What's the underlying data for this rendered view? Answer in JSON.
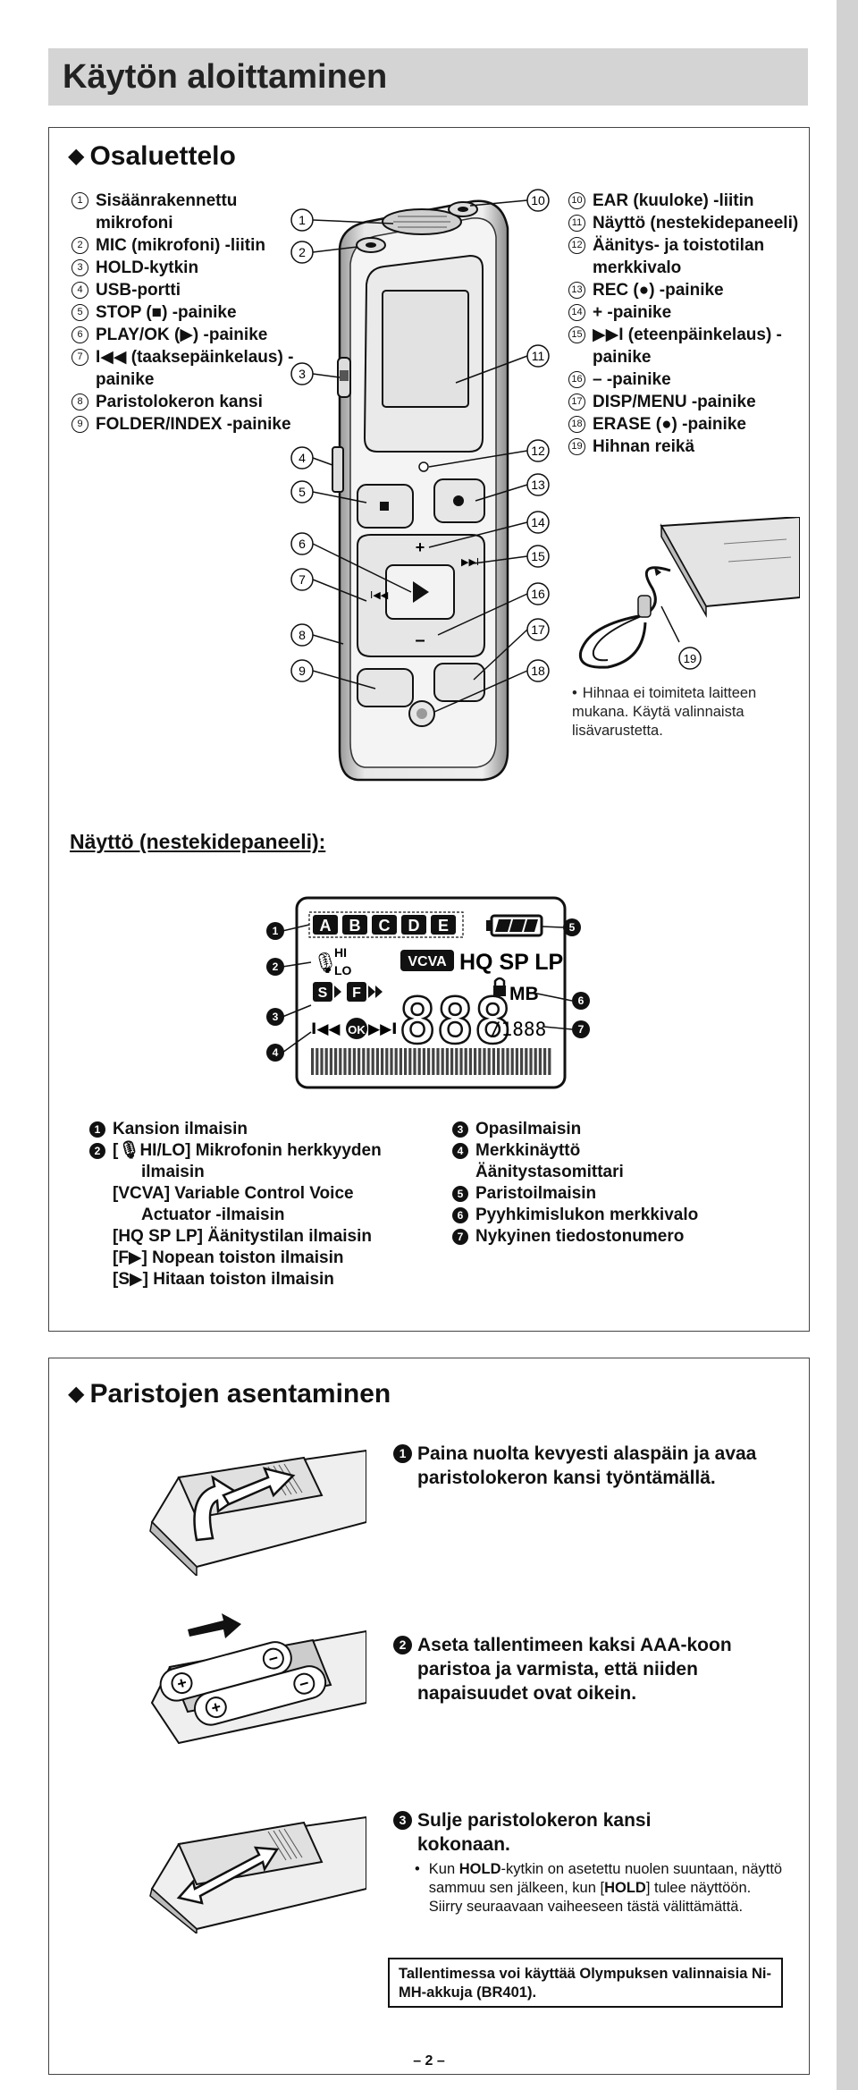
{
  "page_title": "Käytön aloittaminen",
  "parts_section": {
    "heading": "Osaluettelo",
    "left_items": [
      {
        "num": "1",
        "text": "Sisäänrakennettu mikrofoni"
      },
      {
        "num": "2",
        "text": "MIC (mikrofoni) -liitin"
      },
      {
        "num": "3",
        "text": "HOLD-kytkin"
      },
      {
        "num": "4",
        "text": "USB-portti"
      },
      {
        "num": "5",
        "text": "STOP (■) -painike"
      },
      {
        "num": "6",
        "text": "PLAY/OK (▶) -painike"
      },
      {
        "num": "7",
        "text": "I◀◀ (taaksepäinkelaus) -painike"
      },
      {
        "num": "8",
        "text": "Paristolokeron kansi"
      },
      {
        "num": "9",
        "text": "FOLDER/INDEX -painike"
      }
    ],
    "right_items": [
      {
        "num": "10",
        "text": "EAR (kuuloke) -liitin"
      },
      {
        "num": "11",
        "text": "Näyttö (nestekidepaneeli)"
      },
      {
        "num": "12",
        "text": "Äänitys- ja toistotilan merkkivalo"
      },
      {
        "num": "13",
        "text": "REC (●) -painike"
      },
      {
        "num": "14",
        "text": "+ -painike"
      },
      {
        "num": "15",
        "text": "▶▶I (eteenpäinkelaus) -painike"
      },
      {
        "num": "16",
        "text": "– -painike"
      },
      {
        "num": "17",
        "text": "DISP/MENU -painike"
      },
      {
        "num": "18",
        "text": "ERASE (●) -painike"
      },
      {
        "num": "19",
        "text": "Hihnan reikä"
      }
    ],
    "device_callouts": [
      "1",
      "2",
      "3",
      "4",
      "5",
      "6",
      "7",
      "8",
      "9",
      "10",
      "11",
      "12",
      "13",
      "14",
      "15",
      "16",
      "17",
      "18"
    ],
    "strap_callout": "19",
    "strap_note": "Hihnaa ei toimiteta laitteen mukana. Käytä valinnaista lisävarustetta."
  },
  "display_section": {
    "heading": "Näyttö (nestekidepaneeli):",
    "lcd": {
      "folders": [
        "A",
        "B",
        "C",
        "D",
        "E"
      ],
      "sens_hi": "HI",
      "sens_lo": "LO",
      "vcva": "VCVA",
      "modes": "HQ SP LP",
      "speed_s": "S",
      "speed_f": "F",
      "digits": "888",
      "mb": "MB",
      "file_num": "/1888",
      "ok": "OK",
      "callouts": [
        "1",
        "2",
        "3",
        "4",
        "5",
        "6",
        "7"
      ]
    },
    "legend_left": [
      {
        "num": "1",
        "text": "Kansion ilmaisin"
      },
      {
        "num": "2",
        "text": "[🎙HI/LO] Mikrofonin herkkyyden"
      },
      {
        "text": "ilmaisin",
        "indent": 2
      },
      {
        "text": "[VCVA] Variable Control Voice",
        "indent": 1
      },
      {
        "text": "Actuator -ilmaisin",
        "indent": 2
      },
      {
        "text": "[HQ SP LP] Äänitystilan ilmaisin",
        "indent": 1
      },
      {
        "text": "[F▶] Nopean toiston ilmaisin",
        "indent": 1
      },
      {
        "text": "[S▶] Hitaan toiston ilmaisin",
        "indent": 1
      }
    ],
    "legend_right": [
      {
        "num": "3",
        "text": "Opasilmaisin"
      },
      {
        "num": "4",
        "text": "Merkkinäyttö"
      },
      {
        "text": "Äänitystasomittari",
        "indent": 1
      },
      {
        "num": "5",
        "text": "Paristoilmaisin"
      },
      {
        "num": "6",
        "text": "Pyyhkimislukon merkkivalo"
      },
      {
        "num": "7",
        "text": "Nykyinen tiedostonumero"
      }
    ]
  },
  "battery_section": {
    "heading": "Paristojen asentaminen",
    "steps": [
      {
        "num": "1",
        "text": "Paina nuolta kevyesti alaspäin ja avaa paristolokeron kansi työntämällä."
      },
      {
        "num": "2",
        "text": "Aseta tallentimeen kaksi AAA-koon paristoa ja varmista, että niiden napaisuudet ovat oikein."
      },
      {
        "num": "3",
        "text": "Sulje paristolokeron kansi kokonaan."
      }
    ],
    "step3_note_parts": [
      "Kun ",
      "HOLD",
      "-kytkin on asetettu nuolen suuntaan, näyttö sammuu sen jälkeen, kun [",
      "HOLD",
      "] tulee näyttöön. Siirry seuraavaan vaiheeseen tästä välittämättä."
    ],
    "info_box": "Tallentimessa voi käyttää Olympuksen valinnaisia Ni-MH-akkuja (BR401).",
    "battery_plus": "+",
    "battery_minus": "−"
  },
  "page_number": "– 2 –"
}
